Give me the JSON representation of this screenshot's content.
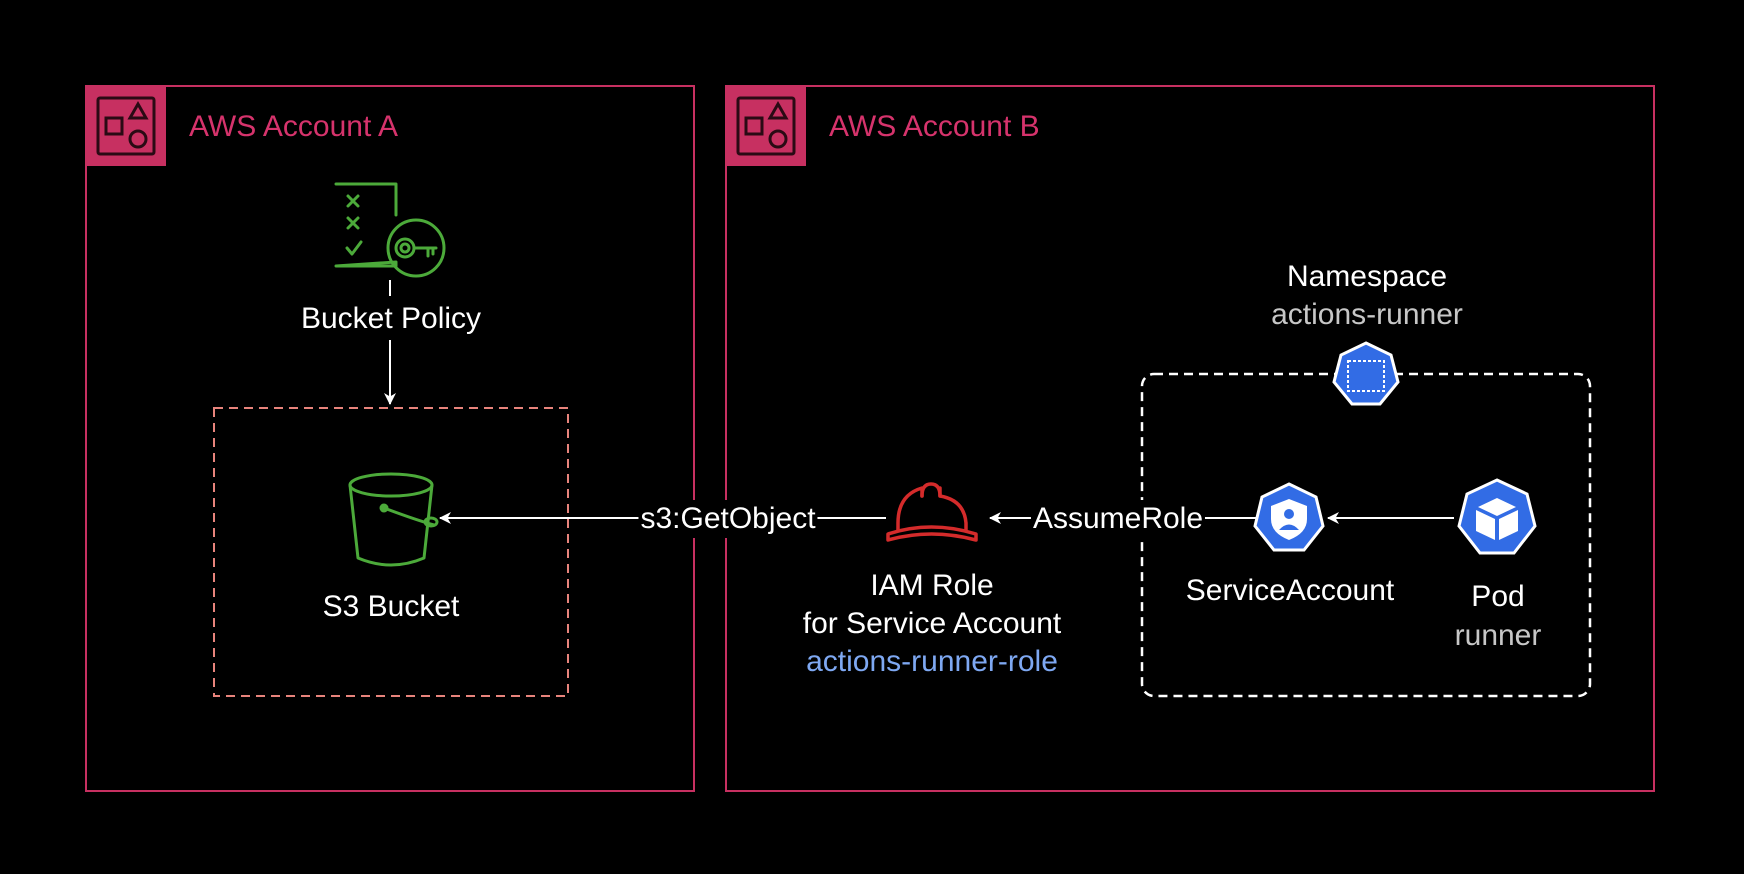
{
  "colors": {
    "background": "#000000",
    "account_border": "#c73061",
    "account_title": "#d6336c",
    "bucket_dashed": "#e8847c",
    "namespace_dashed": "#ffffff",
    "policy_green": "#4caa3a",
    "s3_green": "#4caa3a",
    "iam_red": "#d42b2b",
    "k8s_blue": "#326ce5",
    "role_name": "#7ea8f2",
    "muted_text": "#c7c7c7",
    "text": "#ffffff"
  },
  "account_a": {
    "title": "AWS Account A",
    "icon": "account-group-icon",
    "bucket_policy": {
      "label": "Bucket Policy",
      "icon": "checklist-key-icon"
    },
    "s3_bucket": {
      "label": "S3 Bucket",
      "icon": "s3-bucket-icon"
    }
  },
  "account_b": {
    "title": "AWS Account B",
    "icon": "account-group-icon",
    "iam_role": {
      "line1": "IAM Role",
      "line2": "for Service Account",
      "name": "actions-runner-role",
      "icon": "hard-hat-icon"
    },
    "namespace": {
      "label": "Namespace",
      "name": "actions-runner",
      "icon": "namespace-icon"
    },
    "service_account": {
      "label": "ServiceAccount",
      "icon": "service-account-icon"
    },
    "pod": {
      "label": "Pod",
      "name": "runner",
      "icon": "pod-cube-icon"
    }
  },
  "edges": {
    "get_object": "s3:GetObject",
    "assume_role": "AssumeRole"
  }
}
